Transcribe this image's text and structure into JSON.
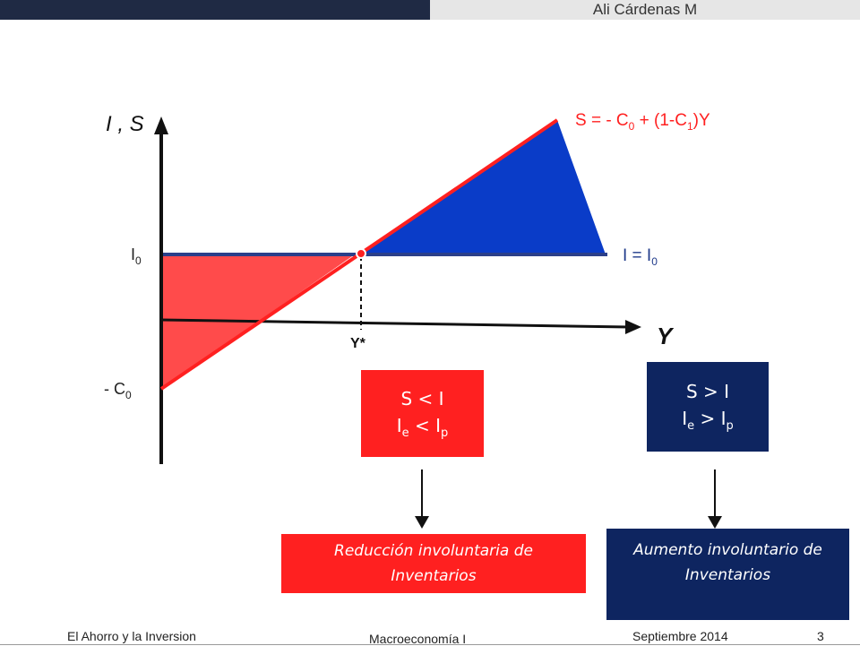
{
  "header": {
    "author": "Ali Cárdenas M"
  },
  "diagram": {
    "y_axis_label": "I , S",
    "x_axis_label": "Y",
    "i0_label": "I",
    "i0_sub": "0",
    "c0_label": "- C",
    "c0_sub": "0",
    "ystar_label": "Y*",
    "s_line_label": {
      "p1": "S = - C",
      "s1": "0",
      "p2": " + (1-C",
      "s2": "1",
      "p3": ")Y"
    },
    "i_line_label": {
      "p1": "I  =  I",
      "s1": "0"
    }
  },
  "boxes": {
    "left": {
      "line1": "S < I",
      "line2_a": "I",
      "line2_sub_a": "e",
      "line2_b": " < I",
      "line2_sub_b": "p"
    },
    "right": {
      "line1": "S > I",
      "line2_a": "I",
      "line2_sub_a": "e",
      "line2_b": " > I",
      "line2_sub_b": "p"
    }
  },
  "results": {
    "left": "Reducción involuntaria de Inventarios",
    "right": "Aumento involuntario de Inventarios"
  },
  "footer": {
    "left": "El Ahorro y la Inversion",
    "center": "Macroeconomía I",
    "date": "Septiembre 2014",
    "page": "3"
  },
  "colors": {
    "red": "#ff2020",
    "red_area": "#ff4b4b",
    "navy": "#0e2560",
    "blue_area": "#0a3cc8",
    "i_line": "#2b3f8a"
  }
}
